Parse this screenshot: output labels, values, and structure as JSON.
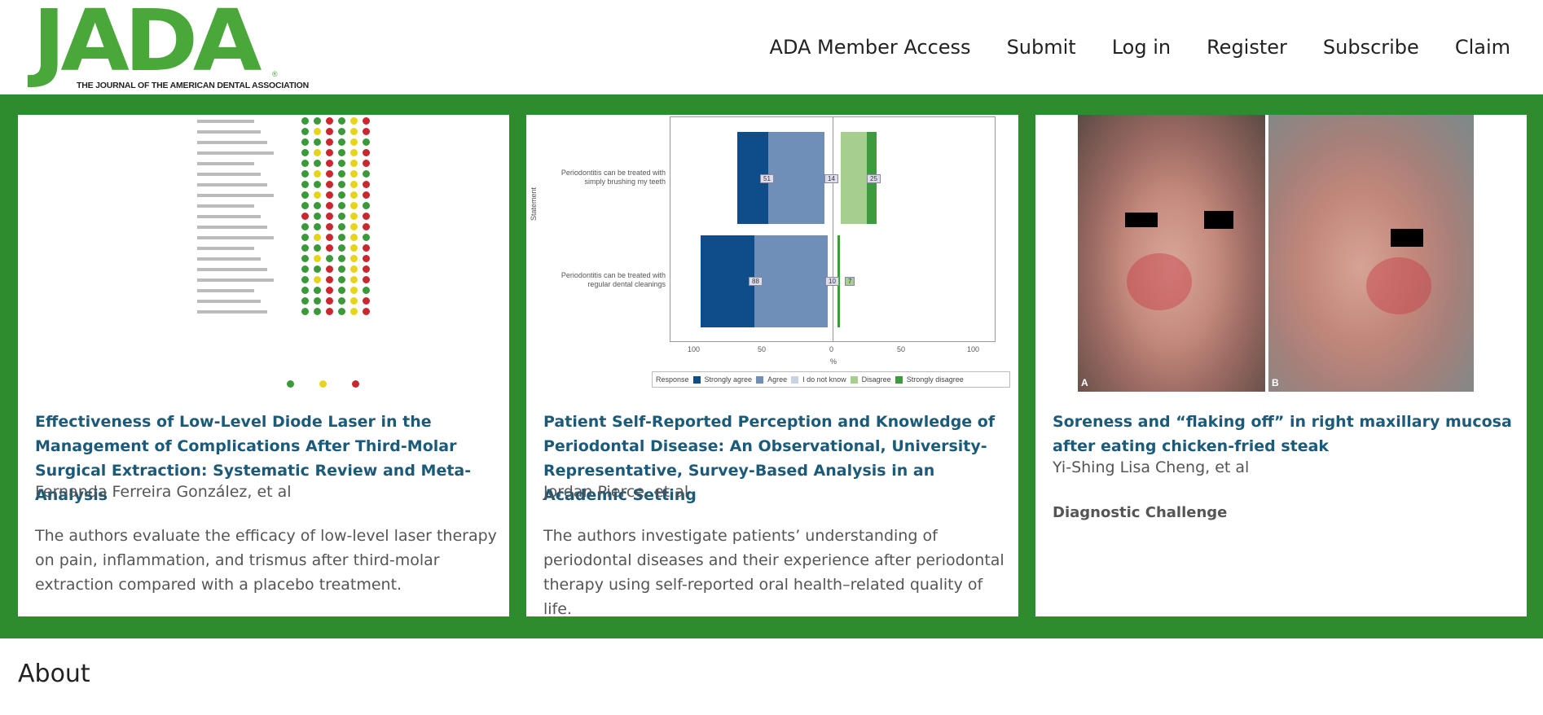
{
  "header": {
    "logo_text": "JADA",
    "logo_subtitle": "THE JOURNAL OF THE AMERICAN DENTAL ASSOCIATION",
    "nav": [
      "ADA Member Access",
      "Submit",
      "Log in",
      "Register",
      "Subscribe",
      "Claim"
    ]
  },
  "colors": {
    "brand_green": "#2e8b2e",
    "logo_green": "#4aa83a",
    "title_blue": "#1c5a7a"
  },
  "cards": [
    {
      "title": "Effectiveness of Low-Level Diode Laser in the Management of Complications After Third-Molar Surgical Extraction: Systematic Review and Meta-Analysis",
      "author": "Fernanda Ferreira González, et al",
      "description": "The authors evaluate the efficacy of low-level laser therapy on pain, inflammation, and trismus after third-molar extraction compared with a placebo treatment."
    },
    {
      "title": "Patient Self-Reported Perception and Knowledge of Periodontal Disease: An Observational, University-Representative, Survey-Based Analysis in an Academic Setting",
      "author": "Jordan Pierce, et al",
      "description": "The authors investigate patients’ understanding of periodontal diseases and their experience after periodontal therapy using self-reported oral health–related quality of life.",
      "figure": {
        "y_axis_label": "Statement",
        "x_axis_label": "%",
        "statements": [
          "Periodontitis can be treated with simply brushing my teeth",
          "Periodontitis can be treated with regular dental cleanings"
        ],
        "bar_values": [
          [
            "51",
            "14",
            "25"
          ],
          [
            "88",
            "10",
            "7"
          ]
        ],
        "x_ticks": [
          "100",
          "50",
          "0",
          "50",
          "100"
        ],
        "legend_title": "Response",
        "legend": [
          "Strongly agree",
          "Agree",
          "I do not know",
          "Disagree",
          "Strongly disagree"
        ],
        "legend_colors": [
          "#0f4d8a",
          "#6f8fb8",
          "#c9d3e6",
          "#a6cf8f",
          "#3e9a3e"
        ]
      }
    },
    {
      "title": "Soreness and “flaking off” in right maxillary mucosa after eating chicken-fried steak",
      "author": "Yi-Shing Lisa Cheng, et al",
      "tag": "Diagnostic Challenge",
      "photo_labels": [
        "A",
        "B"
      ]
    }
  ],
  "about": "About"
}
